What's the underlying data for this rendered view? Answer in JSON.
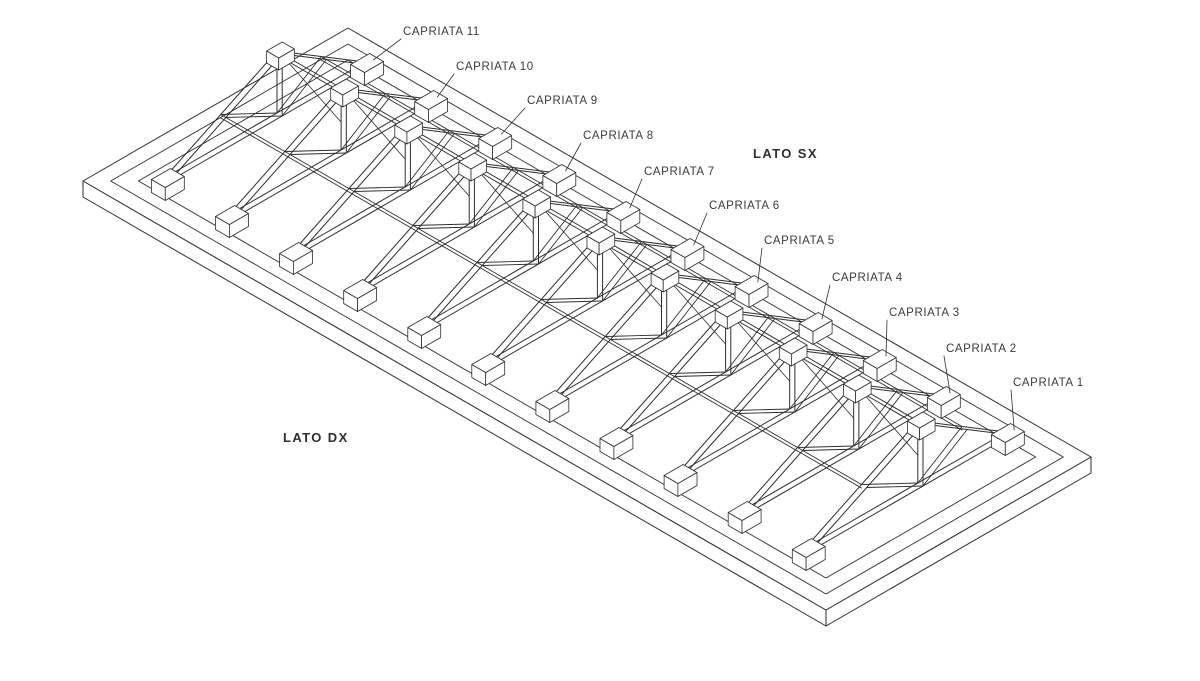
{
  "diagram": {
    "type": "axonometric-roof-truss-layout",
    "trusses": [
      {
        "label": "CAPRIATA 11"
      },
      {
        "label": "CAPRIATA 10"
      },
      {
        "label": "CAPRIATA 9"
      },
      {
        "label": "CAPRIATA 8"
      },
      {
        "label": "CAPRIATA 7"
      },
      {
        "label": "CAPRIATA 6"
      },
      {
        "label": "CAPRIATA 5"
      },
      {
        "label": "CAPRIATA 4"
      },
      {
        "label": "CAPRIATA 3"
      },
      {
        "label": "CAPRIATA 2"
      },
      {
        "label": "CAPRIATA 1"
      }
    ],
    "side_labels": {
      "sx": "LATO SX",
      "dx": "LATO DX"
    },
    "colors": {
      "line": "#2e2e2e",
      "background": "#ffffff",
      "label_text": "#3a3a3a"
    }
  }
}
